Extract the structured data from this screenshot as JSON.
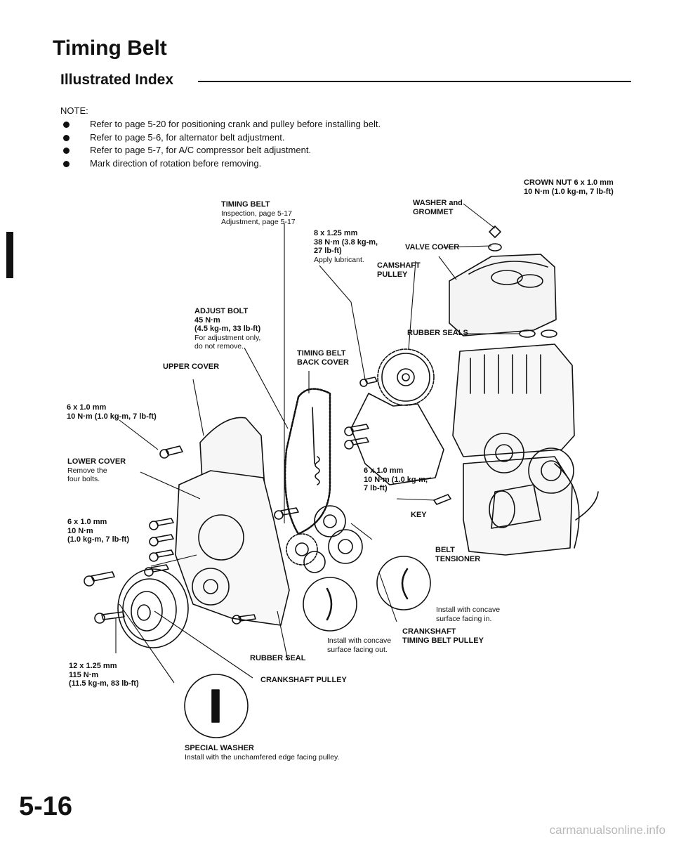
{
  "header": {
    "title": "Timing Belt",
    "subtitle": "Illustrated Index"
  },
  "notes": {
    "label": "NOTE:",
    "items": [
      "Refer to page 5-20 for positioning crank and pulley before installing belt.",
      "Refer to page 5-6, for alternator belt adjustment.",
      "Refer to page 5-7, for A/C compressor belt adjustment.",
      "Mark direction of rotation before removing."
    ]
  },
  "callouts": {
    "timing_belt": {
      "name": "TIMING BELT",
      "l1": "Inspection, page 5-17",
      "l2": "Adjustment, page 5-17"
    },
    "washer_grommet": {
      "l1": "WASHER and",
      "l2": "GROMMET"
    },
    "crown_nut": {
      "l1": "CROWN NUT 6 x 1.0 mm",
      "l2": "10 N·m (1.0 kg-m, 7 lb-ft)"
    },
    "bolt_8x125": {
      "l1": "8 x 1.25 mm",
      "l2": "38 N·m (3.8 kg-m,",
      "l3": "27 lb-ft)",
      "l4": "Apply lubricant."
    },
    "valve_cover": {
      "name": "VALVE COVER"
    },
    "camshaft_pulley": {
      "l1": "CAMSHAFT",
      "l2": "PULLEY"
    },
    "adjust_bolt": {
      "name": "ADJUST BOLT",
      "l1": "45 N·m",
      "l2": "(4.5 kg-m, 33 lb-ft)",
      "l3": "For adjustment only,",
      "l4": "do not remove."
    },
    "rubber_seals": {
      "name": "RUBBER SEALS"
    },
    "back_cover": {
      "l1": "TIMING BELT",
      "l2": "BACK COVER"
    },
    "upper_cover": {
      "name": "UPPER COVER"
    },
    "bolt_6x10_a": {
      "l1": "6 x 1.0 mm",
      "l2": "10 N·m (1.0 kg-m, 7 lb-ft)"
    },
    "lower_cover": {
      "name": "LOWER COVER",
      "l1": "Remove the",
      "l2": "four bolts."
    },
    "bolt_6x10_b": {
      "l1": "6 x 1.0 mm",
      "l2": "10 N·m (1.0 kg-m,",
      "l3": "7 lb-ft)"
    },
    "bolt_6x10_c": {
      "l1": "6 x 1.0 mm",
      "l2": "10 N·m",
      "l3": "(1.0 kg-m, 7 lb-ft)"
    },
    "key": {
      "name": "KEY"
    },
    "belt_tensioner": {
      "l1": "BELT",
      "l2": "TENSIONER"
    },
    "concave_in": {
      "l1": "Install with concave",
      "l2": "surface facing in."
    },
    "crank_timing_pulley": {
      "l1": "CRANKSHAFT",
      "l2": "TIMING BELT PULLEY"
    },
    "concave_out": {
      "l1": "Install with concave",
      "l2": "surface facing out."
    },
    "rubber_seal": {
      "name": "RUBBER SEAL"
    },
    "bolt_12x125": {
      "l1": "12 x 1.25 mm",
      "l2": "115 N·m",
      "l3": "(11.5 kg-m, 83 lb-ft)"
    },
    "crank_pulley": {
      "name": "CRANKSHAFT PULLEY"
    },
    "special_washer": {
      "name": "SPECIAL WASHER",
      "l1": "Install with the unchamfered edge facing pulley."
    }
  },
  "footer": {
    "page_number": "5-16",
    "watermark": "carmanualsonline.info"
  }
}
